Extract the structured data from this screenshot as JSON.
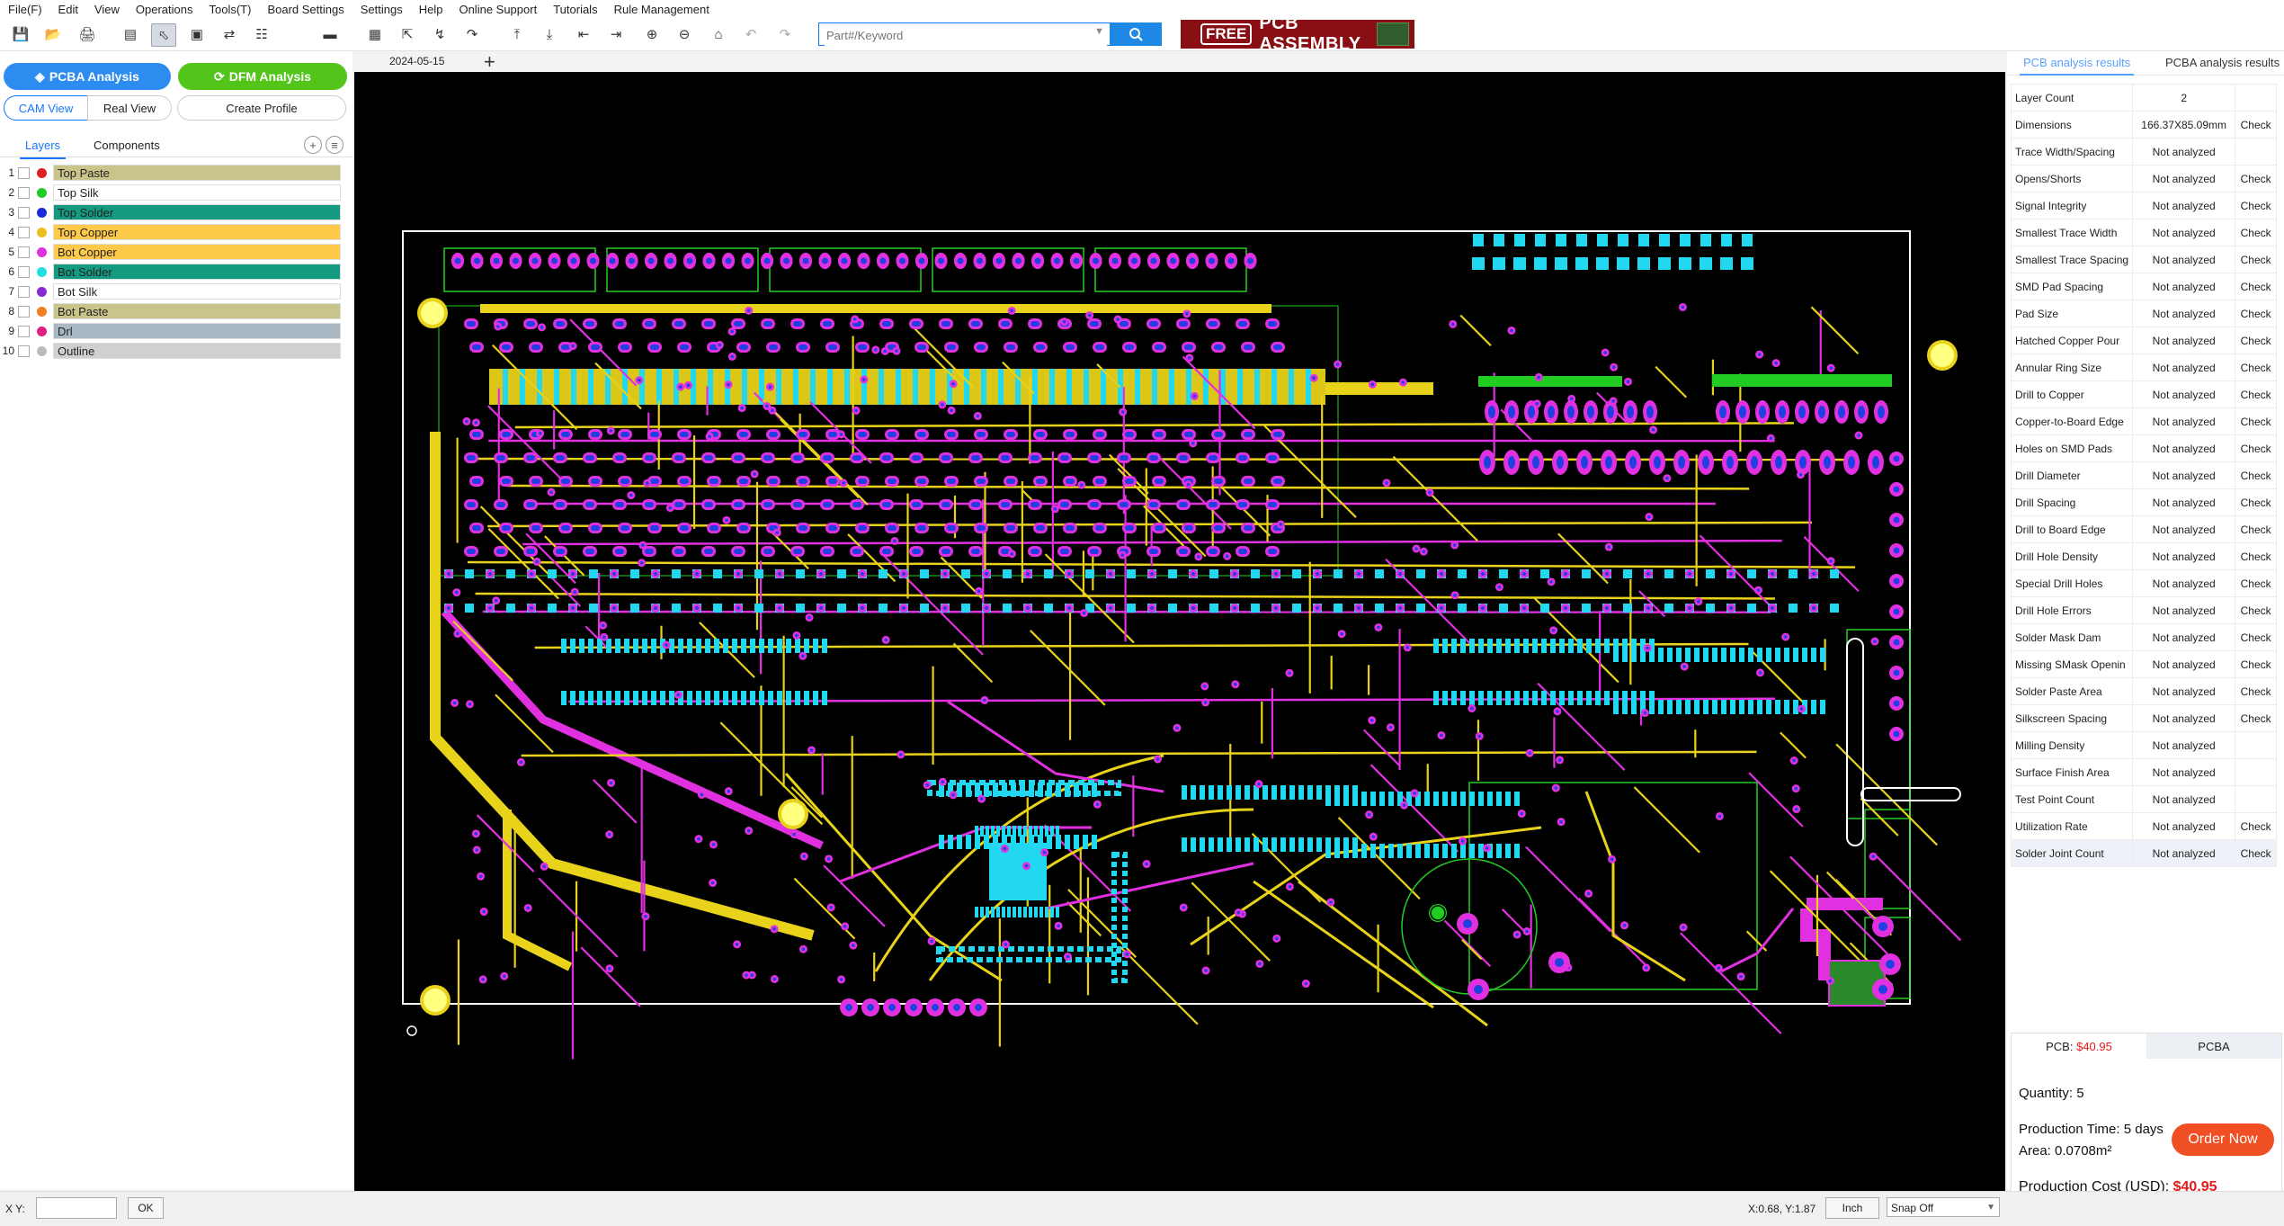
{
  "menu": [
    "File(F)",
    "Edit",
    "View",
    "Operations",
    "Tools(T)",
    "Board Settings",
    "Settings",
    "Help",
    "Online Support",
    "Tutorials",
    "Rule Management"
  ],
  "toolbar": {
    "icons": [
      "save-icon",
      "open-folder-icon",
      "print-icon",
      "layout-icon",
      "select-icon",
      "zoom-window-icon",
      "flip-icon",
      "layers-icon",
      "ruler-icon",
      "grid-icon",
      "measure-icon",
      "route-icon",
      "cursor-icon",
      "align-top-icon",
      "align-bottom-icon",
      "align-left-icon",
      "align-right-icon",
      "zoom-in-icon",
      "zoom-out-icon",
      "home-icon",
      "undo-icon",
      "redo-icon"
    ],
    "search_placeholder": "Part#/Keyword"
  },
  "ad": {
    "badge": "FREE",
    "text": "PCB ASSEMBLY"
  },
  "left": {
    "pcba_button": "PCBA Analysis",
    "dfm_button": "DFM Analysis",
    "cam_view": "CAM View",
    "real_view": "Real View",
    "create_profile": "Create Profile",
    "tab_layers": "Layers",
    "tab_components": "Components",
    "layers": [
      {
        "num": "1",
        "name": "Top Paste",
        "dot": "#e02020",
        "bg": "#c9c48a"
      },
      {
        "num": "2",
        "name": "Top Silk",
        "dot": "#22cc22",
        "bg": "#ffffff"
      },
      {
        "num": "3",
        "name": "Top Solder",
        "dot": "#1a2ad6",
        "bg": "#139a80"
      },
      {
        "num": "4",
        "name": "Top Copper",
        "dot": "#e8c020",
        "bg": "#ffc94a"
      },
      {
        "num": "5",
        "name": "Bot Copper",
        "dot": "#e030e0",
        "bg": "#ffc94a"
      },
      {
        "num": "6",
        "name": "Bot Solder",
        "dot": "#22e0e0",
        "bg": "#139a80"
      },
      {
        "num": "7",
        "name": "Bot Silk",
        "dot": "#8a2ad6",
        "bg": "#ffffff"
      },
      {
        "num": "8",
        "name": "Bot Paste",
        "dot": "#f08020",
        "bg": "#c9c48a"
      },
      {
        "num": "9",
        "name": "Drl",
        "dot": "#e02080",
        "bg": "#aab8c4"
      },
      {
        "num": "10",
        "name": "Outline",
        "dot": "#bbbbbb",
        "bg": "#d0d0d0"
      }
    ]
  },
  "doc": {
    "tab_name": "2024-05-15"
  },
  "right": {
    "tab1": "PCB analysis results",
    "tab2": "PCBA analysis results",
    "rows": [
      {
        "label": "Layer Count",
        "value": "2",
        "action": ""
      },
      {
        "label": "Dimensions",
        "value": "166.37X85.09mm",
        "action": "Check"
      },
      {
        "label": "Trace Width/Spacing",
        "value": "Not analyzed",
        "action": ""
      },
      {
        "label": "Opens/Shorts",
        "value": "Not analyzed",
        "action": "Check"
      },
      {
        "label": "Signal Integrity",
        "value": "Not analyzed",
        "action": "Check"
      },
      {
        "label": "Smallest Trace Width",
        "value": "Not analyzed",
        "action": "Check"
      },
      {
        "label": "Smallest Trace Spacing",
        "value": "Not analyzed",
        "action": "Check"
      },
      {
        "label": "SMD Pad Spacing",
        "value": "Not analyzed",
        "action": "Check"
      },
      {
        "label": "Pad Size",
        "value": "Not analyzed",
        "action": "Check"
      },
      {
        "label": "Hatched Copper Pour",
        "value": "Not analyzed",
        "action": "Check"
      },
      {
        "label": "Annular Ring Size",
        "value": "Not analyzed",
        "action": "Check"
      },
      {
        "label": "Drill to Copper",
        "value": "Not analyzed",
        "action": "Check"
      },
      {
        "label": "Copper-to-Board Edge",
        "value": "Not analyzed",
        "action": "Check"
      },
      {
        "label": "Holes on SMD Pads",
        "value": "Not analyzed",
        "action": "Check"
      },
      {
        "label": "Drill Diameter",
        "value": "Not analyzed",
        "action": "Check"
      },
      {
        "label": "Drill Spacing",
        "value": "Not analyzed",
        "action": "Check"
      },
      {
        "label": "Drill to Board Edge",
        "value": "Not analyzed",
        "action": "Check"
      },
      {
        "label": "Drill Hole Density",
        "value": "Not analyzed",
        "action": "Check"
      },
      {
        "label": "Special Drill Holes",
        "value": "Not analyzed",
        "action": "Check"
      },
      {
        "label": "Drill Hole Errors",
        "value": "Not analyzed",
        "action": "Check"
      },
      {
        "label": "Solder Mask Dam",
        "value": "Not analyzed",
        "action": "Check"
      },
      {
        "label": "Missing SMask Openin",
        "value": "Not analyzed",
        "action": "Check"
      },
      {
        "label": "Solder Paste Area",
        "value": "Not analyzed",
        "action": "Check"
      },
      {
        "label": "Silkscreen Spacing",
        "value": "Not analyzed",
        "action": "Check"
      },
      {
        "label": "Milling Density",
        "value": "Not analyzed",
        "action": ""
      },
      {
        "label": "Surface Finish Area",
        "value": "Not analyzed",
        "action": ""
      },
      {
        "label": "Test Point Count",
        "value": "Not analyzed",
        "action": ""
      },
      {
        "label": "Utilization Rate",
        "value": "Not analyzed",
        "action": "Check"
      },
      {
        "label": "Solder Joint Count",
        "value": "Not analyzed",
        "action": "Check"
      }
    ]
  },
  "cost": {
    "tab_pcb_label": "PCB:",
    "tab_pcb_price": "$40.95",
    "tab_pcba": "PCBA",
    "quantity": "Quantity: 5",
    "production_time": "Production Time: 5 days",
    "area": "Area: 0.0708m²",
    "cost_label": "Production Cost (USD):",
    "cost_value": "$40.95",
    "order_button": "Order Now",
    "price_color": "#e81818"
  },
  "status": {
    "xy_label": "X Y:",
    "ok_button": "OK",
    "coords": "X:0.68, Y:1.87",
    "unit": "Inch",
    "snap": "Snap Off"
  },
  "colors": {
    "top_copper": "#e8d21a",
    "bot_copper": "#e030e0",
    "solder": "#22d8f0",
    "silk": "#22cc22",
    "pad_center": "#2040e0",
    "accent": "#1677ff"
  }
}
